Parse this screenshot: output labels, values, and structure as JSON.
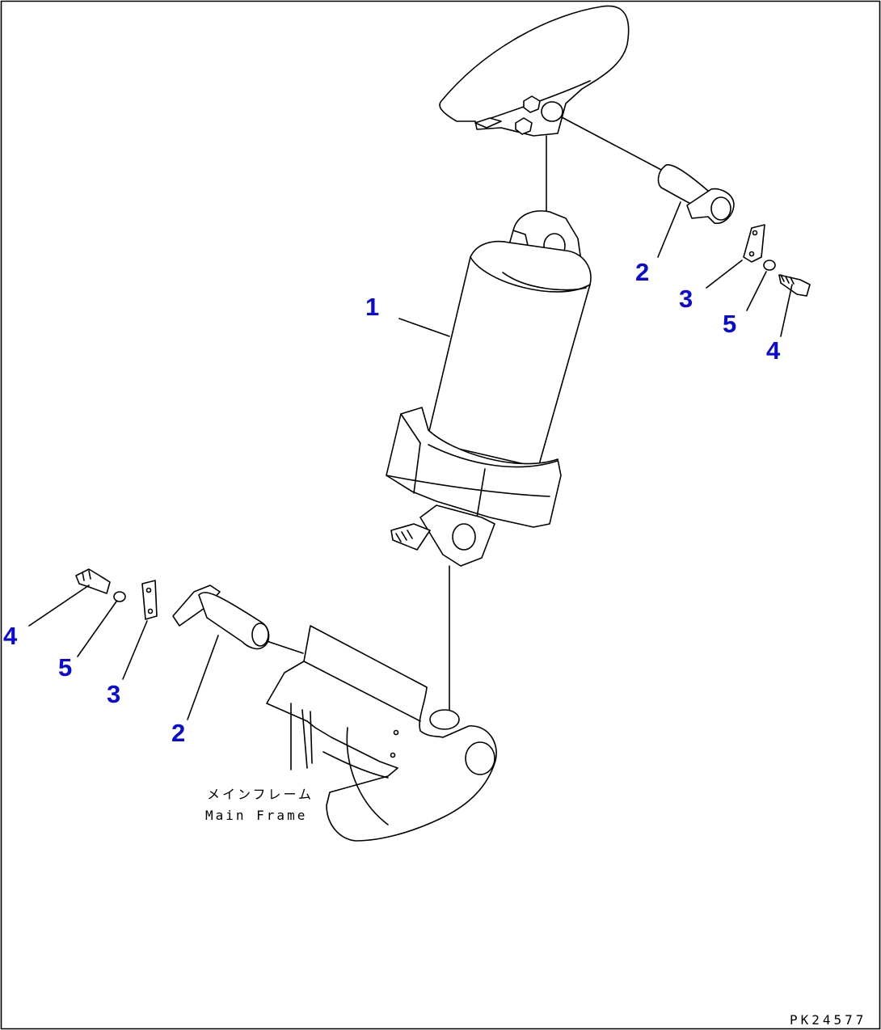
{
  "drawing": {
    "code": "PK24577",
    "frame_label_jp": "メインフレーム",
    "frame_label_en": "Main Frame"
  },
  "callouts": [
    {
      "id": "c1",
      "text": "1"
    },
    {
      "id": "c2a",
      "text": "2"
    },
    {
      "id": "c3a",
      "text": "3"
    },
    {
      "id": "c5a",
      "text": "5"
    },
    {
      "id": "c4a",
      "text": "4"
    },
    {
      "id": "c4b",
      "text": "4"
    },
    {
      "id": "c5b",
      "text": "5"
    },
    {
      "id": "c3b",
      "text": "3"
    },
    {
      "id": "c2b",
      "text": "2"
    }
  ],
  "colors": {
    "callout": "#0a0ad8",
    "line": "#000000",
    "background": "#ffffff"
  }
}
